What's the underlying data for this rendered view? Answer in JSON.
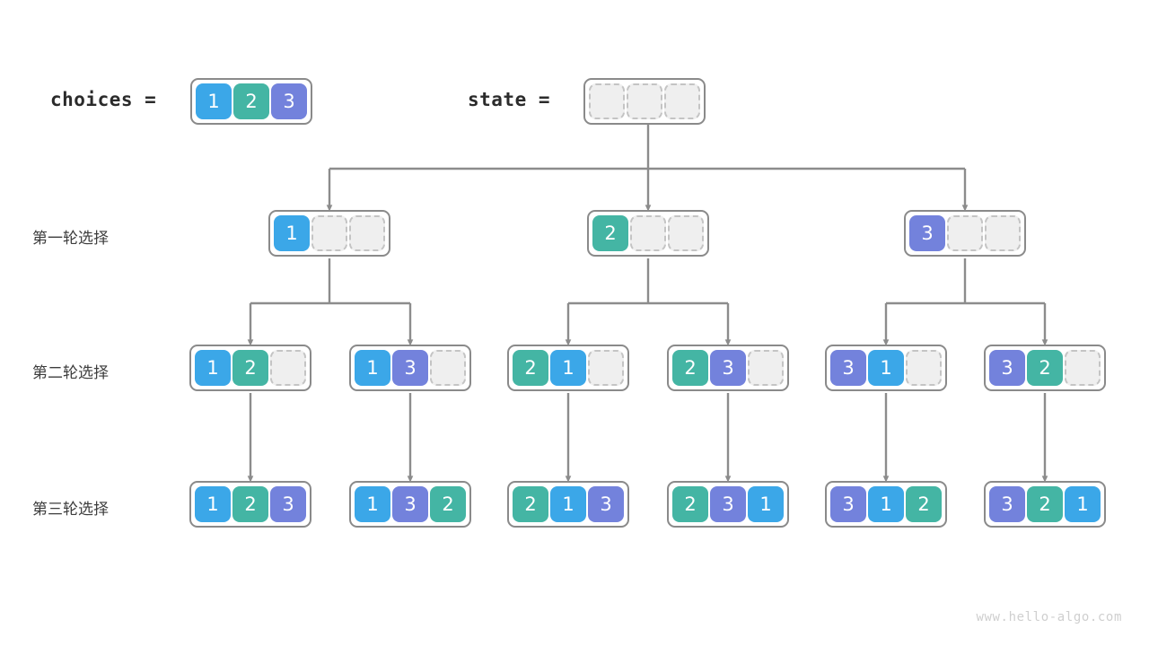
{
  "watermark": "www.hello-algo.com",
  "colors": {
    "value1": "#3BA7E8",
    "value2": "#44B5A4",
    "value3": "#7382DC",
    "empty_fill": "#efefef",
    "empty_border": "#c4c4c4",
    "node_border": "#8a8a8a",
    "connector": "#8c8c8c",
    "text": "#3d3d3d",
    "watermark": "#cfcfcf"
  },
  "header": {
    "choices_label": "choices  =",
    "choices_values": [
      "1",
      "2",
      "3"
    ],
    "state_label": "state  =",
    "state_values": [
      "",
      "",
      ""
    ]
  },
  "row_labels": {
    "round1": "第一轮选择",
    "round2": "第二轮选择",
    "round3": "第三轮选择"
  },
  "rounds": {
    "round1": [
      {
        "cells": [
          "1",
          "",
          ""
        ]
      },
      {
        "cells": [
          "2",
          "",
          ""
        ]
      },
      {
        "cells": [
          "3",
          "",
          ""
        ]
      }
    ],
    "round2": [
      {
        "cells": [
          "1",
          "2",
          ""
        ]
      },
      {
        "cells": [
          "1",
          "3",
          ""
        ]
      },
      {
        "cells": [
          "2",
          "1",
          ""
        ]
      },
      {
        "cells": [
          "2",
          "3",
          ""
        ]
      },
      {
        "cells": [
          "3",
          "1",
          ""
        ]
      },
      {
        "cells": [
          "3",
          "2",
          ""
        ]
      }
    ],
    "round3": [
      {
        "cells": [
          "1",
          "2",
          "3"
        ]
      },
      {
        "cells": [
          "1",
          "3",
          "2"
        ]
      },
      {
        "cells": [
          "2",
          "1",
          "3"
        ]
      },
      {
        "cells": [
          "2",
          "3",
          "1"
        ]
      },
      {
        "cells": [
          "3",
          "1",
          "2"
        ]
      },
      {
        "cells": [
          "3",
          "2",
          "1"
        ]
      }
    ]
  },
  "layout": {
    "node_centers_round1": [
      367,
      722,
      1075
    ],
    "node_centers_round2": [
      279,
      457,
      633,
      811,
      987,
      1164
    ],
    "node_centers_round3": [
      279,
      457,
      633,
      811,
      987,
      1164
    ],
    "choices_center": 284,
    "state_center": 722,
    "row_y": {
      "header": 112,
      "round1": 262,
      "round2": 412,
      "round3": 564
    }
  }
}
